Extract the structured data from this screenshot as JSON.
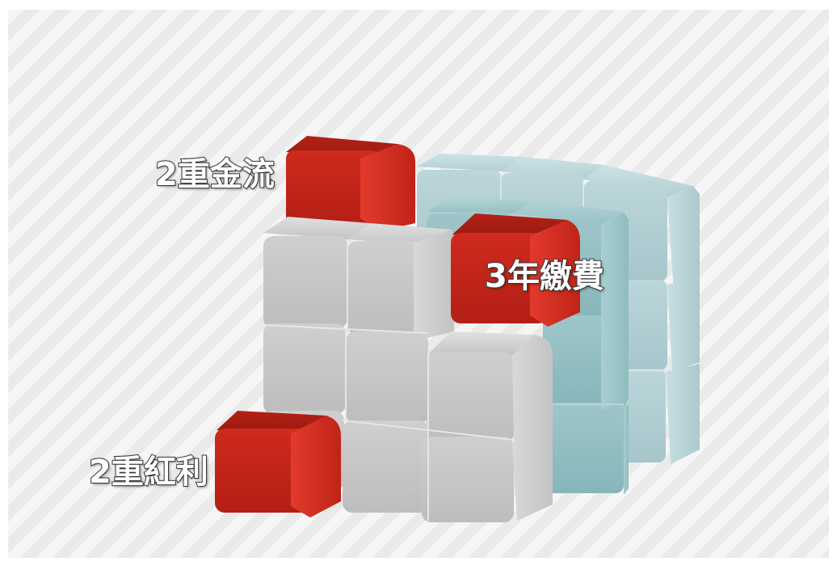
{
  "labels": {
    "top": "2重金流",
    "middle": "3年繳費",
    "bottom": "2重紅利"
  },
  "colors": {
    "red": "#d22b1f",
    "gray": "#c8c8c8",
    "teal_back": "#b3d0d4",
    "teal_mid": "#9cc7ca",
    "stripe_light": "#f6f6f6",
    "stripe_dark": "#eaeaea"
  },
  "counts": {
    "red_cubes": 3,
    "gray_cubes": 9,
    "teal_back_cubes": 9,
    "teal_mid_cubes": 4
  }
}
